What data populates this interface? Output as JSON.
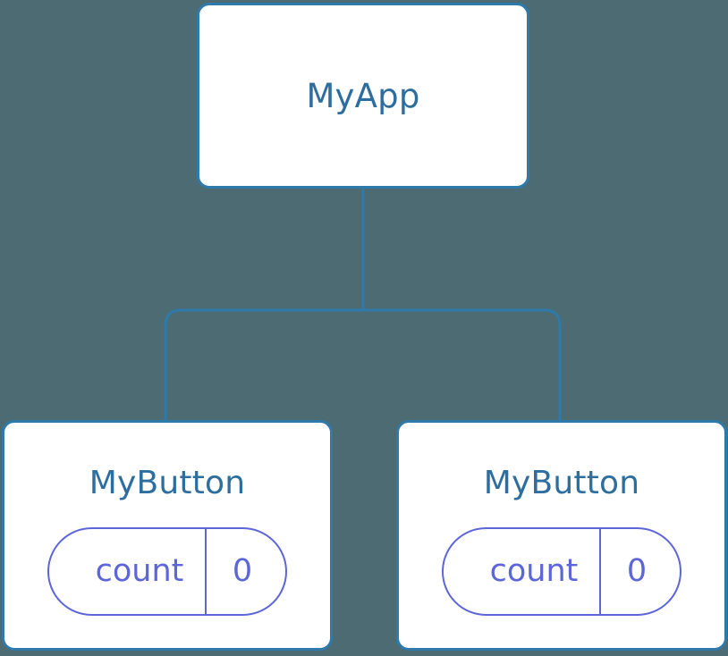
{
  "diagram": {
    "type": "component-tree",
    "background_color": "#4c6b73",
    "node_fill": "#ffffff",
    "node_border_color": "#2e7aab",
    "node_title_color": "#2d6e9e",
    "state_accent_color": "#5c66d8",
    "edge_color": "#2e7aab"
  },
  "root": {
    "title": "MyApp"
  },
  "children": [
    {
      "title": "MyButton",
      "state": {
        "key": "count",
        "value": "0"
      }
    },
    {
      "title": "MyButton",
      "state": {
        "key": "count",
        "value": "0"
      }
    }
  ]
}
